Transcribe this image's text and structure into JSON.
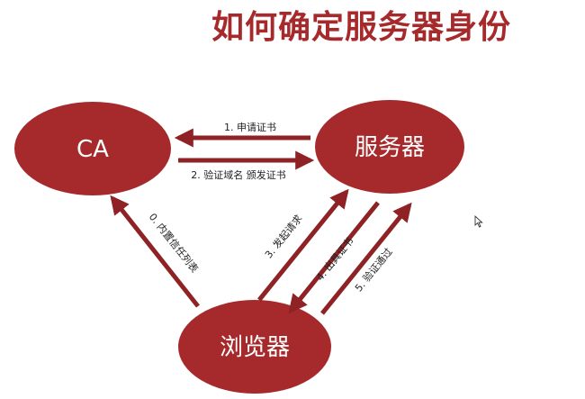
{
  "title": "如何确定服务器身份",
  "colors": {
    "node_fill": "#a62a2c",
    "arrow": "#8e2224",
    "title": "#a62a2c",
    "label": "#222222"
  },
  "nodes": {
    "ca": {
      "label": "CA"
    },
    "server": {
      "label": "服务器"
    },
    "browser": {
      "label": "浏览器"
    }
  },
  "edges": {
    "e1": {
      "label": "1. 申请证书"
    },
    "e2": {
      "label": "2. 验证域名 颁发证书"
    },
    "e0": {
      "label": "0. 内置信任列表"
    },
    "e3": {
      "label": "3. 发起请求"
    },
    "e4": {
      "label": "4. 出具证书"
    },
    "e5": {
      "label": "5. 验证通过"
    }
  },
  "icons": {
    "cursor": "mouse-pointer-icon"
  }
}
